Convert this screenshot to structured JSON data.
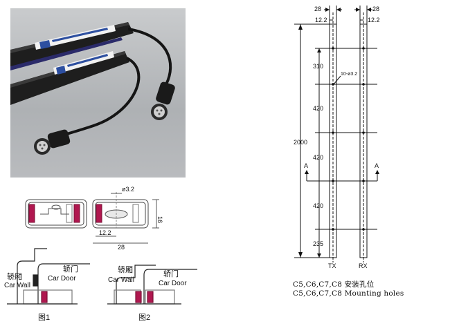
{
  "figure": {
    "caption_cn": "C5,C6,C7,C8 安装孔位",
    "caption_en": "C5,C6,C7,C8 Mounting holes",
    "tx_label": "TX",
    "rx_label": "RX",
    "section_label_left": "A",
    "section_label_right": "A",
    "dim_width_left": "28",
    "dim_width_right": "28",
    "dim_offset_left": "12.2",
    "dim_offset_right": "12.2",
    "dim_total_height": "2000",
    "dim_segments": [
      "310",
      "420",
      "420",
      "420",
      "235"
    ],
    "hole_callout": "10-ø3.2"
  },
  "profile": {
    "dim_hole": "ø3.2",
    "dim_offset": "12.2",
    "dim_width": "28",
    "dim_height": "16"
  },
  "install": {
    "fig1_label": "图1",
    "fig2_label": "图2",
    "car_wall_cn": "轿厢",
    "car_wall_en": "Car Wall",
    "car_door_cn": "轿门",
    "car_door_en": "Car Door"
  },
  "colors": {
    "accent_strip": "#b0174f",
    "photo_bg": "#b7b9bc",
    "sensor_bar": "#1c1c1c",
    "label_blue": "#2d4fa0"
  }
}
